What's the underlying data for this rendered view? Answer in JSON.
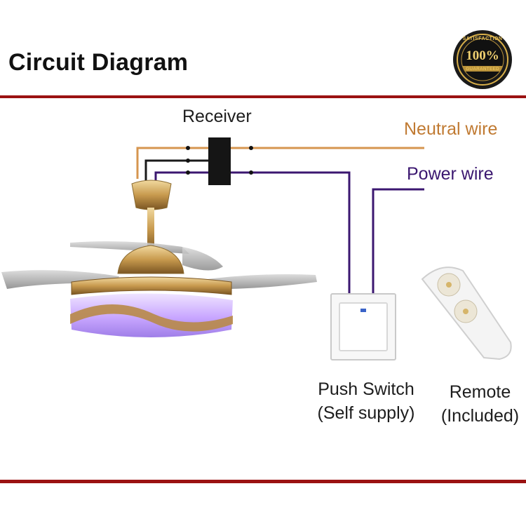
{
  "title": "Circuit Diagram",
  "badge": {
    "top_text": "SATISFACTION",
    "percent": "100%",
    "bottom_text": "GUARANTEED"
  },
  "labels": {
    "receiver": "Receiver",
    "neutral_wire": "Neutral wire",
    "power_wire": "Power wire"
  },
  "captions": {
    "push_switch_line1": "Push Switch",
    "push_switch_line2": "(Self supply)",
    "remote_line1": "Remote",
    "remote_line2": "(Included)"
  },
  "colors": {
    "rule": "#9b1212",
    "neutral_wire": "#d6954f",
    "power_wire": "#3b1770",
    "ground_wire": "#1a1a1a",
    "fan_gold": "#c89a4e",
    "light_purple": "#c8a6ff"
  }
}
